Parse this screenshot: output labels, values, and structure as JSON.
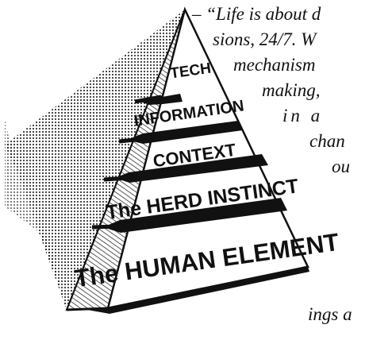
{
  "pyramid": {
    "layers": [
      {
        "id": "tech",
        "label": "TECH"
      },
      {
        "id": "information",
        "label": "INFORMATION"
      },
      {
        "id": "context",
        "label": "CONTEXT"
      },
      {
        "id": "herd-instinct",
        "label": "The HERD INSTINCT"
      },
      {
        "id": "human-element",
        "label": "The HUMAN ELEMENT"
      }
    ]
  },
  "quote": {
    "lines": [
      "– “Life is about d",
      "sions, 24/7. W",
      "mechanism",
      "making,",
      "in  a",
      "chan",
      "ou",
      "ings  a"
    ]
  }
}
